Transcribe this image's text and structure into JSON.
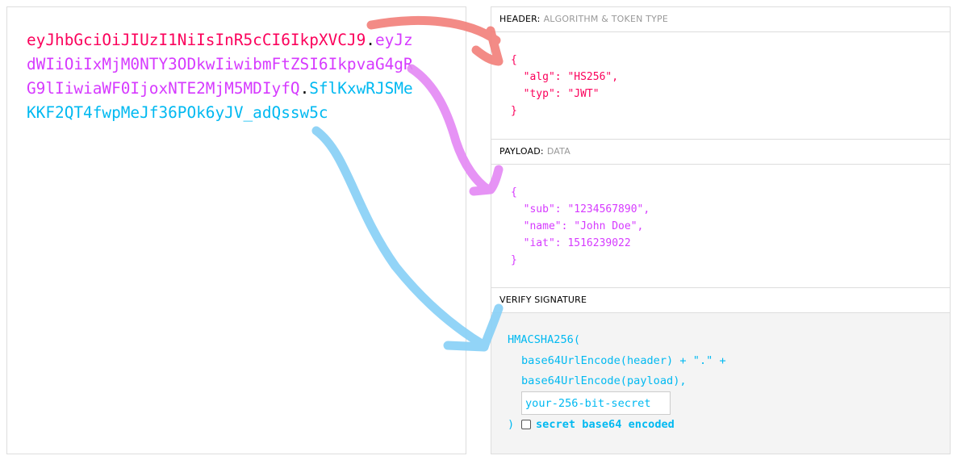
{
  "token": {
    "header_part": "eyJhbGciOiJIUzI1NiIsInR5cCI6IkpXVCJ9",
    "payload_part": "eyJzdWIiOiIxMjM0NTY3ODkwIiwibmFtZSI6IkpvaG4gRG9lIiwiaWF0IjoxNTE2MjM5MDIyfQ",
    "signature_part": "SflKxwRJSMeKKF2QT4fwpMeJf36POk6yJV_adQssw5c",
    "separator": "."
  },
  "header": {
    "title": "HEADER:",
    "subtitle": "ALGORITHM & TOKEN TYPE",
    "json": "{\n  \"alg\": \"HS256\",\n  \"typ\": \"JWT\"\n}"
  },
  "payload": {
    "title": "PAYLOAD:",
    "subtitle": "DATA",
    "json": "{\n  \"sub\": \"1234567890\",\n  \"name\": \"John Doe\",\n  \"iat\": 1516239022\n}"
  },
  "verify": {
    "title": "VERIFY SIGNATURE",
    "line1": "HMACSHA256(",
    "line2": "base64UrlEncode(header) + \".\" +",
    "line3": "base64UrlEncode(payload),",
    "secret_value": "your-256-bit-secret",
    "close": ")",
    "checkbox_label": "secret base64 encoded",
    "checkbox_checked": false
  },
  "colors": {
    "header": "#fb015b",
    "payload": "#d63aff",
    "signature": "#00b9f1",
    "arrow_header": "#f27f7a",
    "arrow_payload": "#e488f4",
    "arrow_signature": "#86cff6"
  }
}
